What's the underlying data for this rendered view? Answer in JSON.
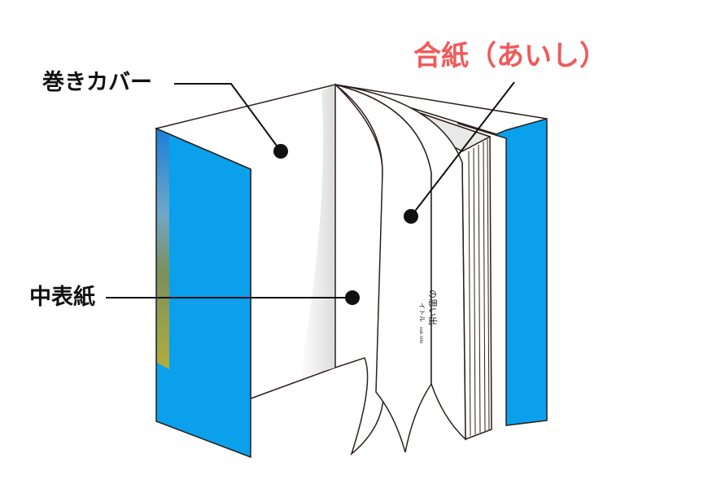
{
  "labels": {
    "cover": "巻きカバー",
    "flyleaf": "合紙（あいし）",
    "inner_cover": "中表紙"
  },
  "inner_page_text": {
    "title": "の思い出",
    "subtitle": "イトル",
    "small": "sub title"
  },
  "colors": {
    "accent": "#f05a5a",
    "cover_blue": "#0aa0ec",
    "outline": "#2a1f1c",
    "text": "#111111"
  }
}
